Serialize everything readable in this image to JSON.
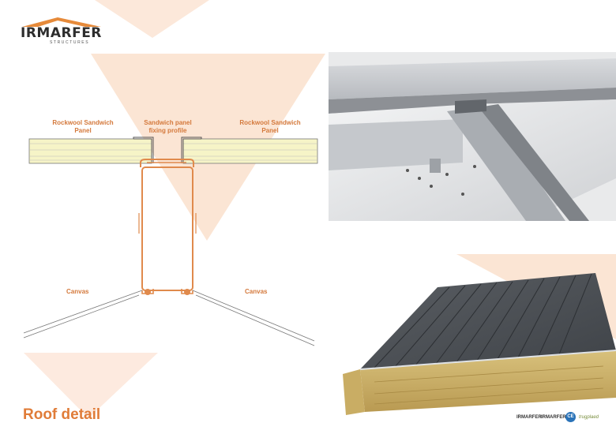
{
  "brand": {
    "name": "IRMARFER",
    "tagline": "STRUCTURES"
  },
  "labels": {
    "left_panel": [
      "Rockwool Sandwich",
      "Panel"
    ],
    "fixing_profile": [
      "Sandwich panel",
      "fixing profile"
    ],
    "right_panel": [
      "Rockwool Sandwich",
      "Panel"
    ],
    "canvas_left": "Canvas",
    "canvas_right": "Canvas"
  },
  "title": "Roof detail",
  "footer": {
    "logos": [
      "IRMARFER",
      "IRMARFER",
      "CE",
      "trugplaed"
    ]
  },
  "colors": {
    "accent": "#e07c38",
    "triangle": "#fbe5d4",
    "panel": "#f6f4c7",
    "profile": "#e08a4c"
  }
}
